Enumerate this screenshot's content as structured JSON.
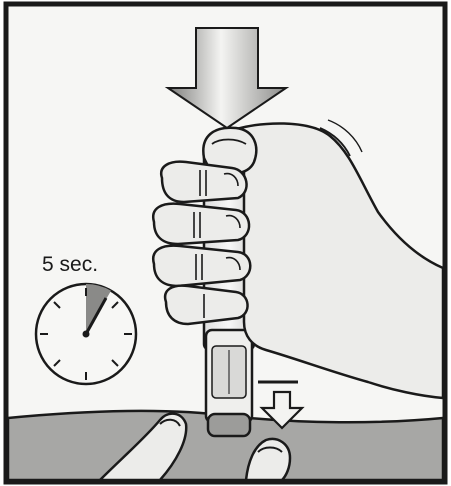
{
  "timer": {
    "label": "5 sec.",
    "elapsed_seconds": 5,
    "total_seconds": 60
  },
  "icons": [
    "press-down-arrow",
    "small-down-arrow",
    "stopwatch-icon",
    "autoinjector-pen",
    "hand-grip",
    "pinching-fingers",
    "skin-fold"
  ],
  "colors": {
    "border": "#1a1a1a",
    "background": "#f6f6f4",
    "skin_fill": "#ececea",
    "ground_fill": "#a7a7a5",
    "arrow_light": "#f3f3f1",
    "arrow_dark": "#8b8b89",
    "timer_wedge": "#8a8a88",
    "ink": "#1a1a1a"
  }
}
